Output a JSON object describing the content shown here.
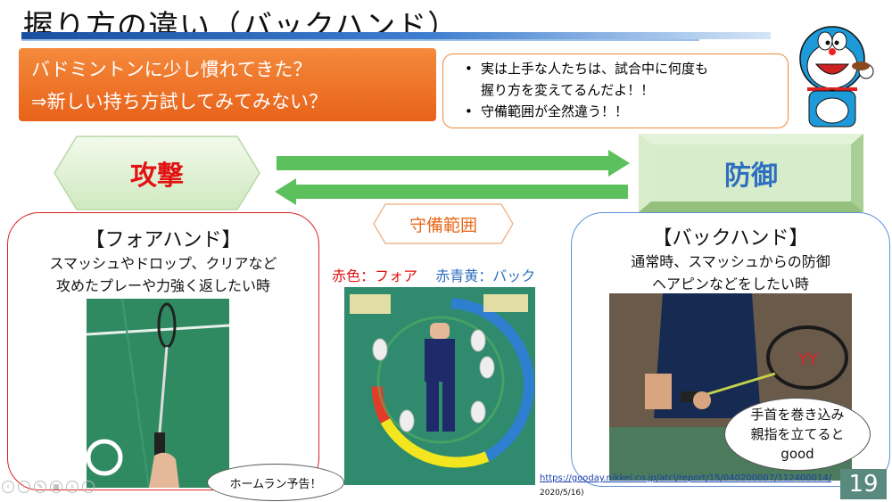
{
  "title": "握り方の違い（バックハンド）",
  "banner": {
    "line1": "バドミントンに少し慣れてきた？",
    "line2": "⇒新しい持ち方試してみてみない？"
  },
  "note": {
    "items": [
      "実は上手な人たちは、試合中に何度も握り方を変えてるんだよ！！",
      "守備範囲が全然違う！！"
    ],
    "item1_line1": "実は上手な人たちは、試合中に何度も",
    "item1_line2": "握り方を変えてるんだよ！！",
    "item2": "守備範囲が全然違う！！"
  },
  "attack_label": "攻撃",
  "defense_label": "防御",
  "range_label": "守備範囲",
  "forehand": {
    "heading": "【フォアハンド】",
    "line1": "スマッシュやドロップ、クリアなど",
    "line2": "攻めたプレーや力強く返したい時",
    "bubble": "ホームラン予告！"
  },
  "backhand": {
    "heading": "【バックハンド】",
    "line1": "通常時、スマッシュからの防御",
    "line2": "ヘアピンなどをしたい時",
    "bubble_line1": "手首を巻き込み",
    "bubble_line2": "親指を立てると",
    "bubble_line3": "good"
  },
  "legend": {
    "red": "赤色：フォア",
    "blue": "赤青黄：バック"
  },
  "source": {
    "url": "https://gooday.nikkei.co.jp/atcl/report/15/040200007/112400014/",
    "date": "2020/5/16)"
  },
  "page_number": "19",
  "colors": {
    "attack": "#e21212",
    "defense": "#2f6fbf",
    "banner": "#ee7126",
    "arrow": "#5cc05c",
    "page_badge": "#5a8a7e"
  }
}
